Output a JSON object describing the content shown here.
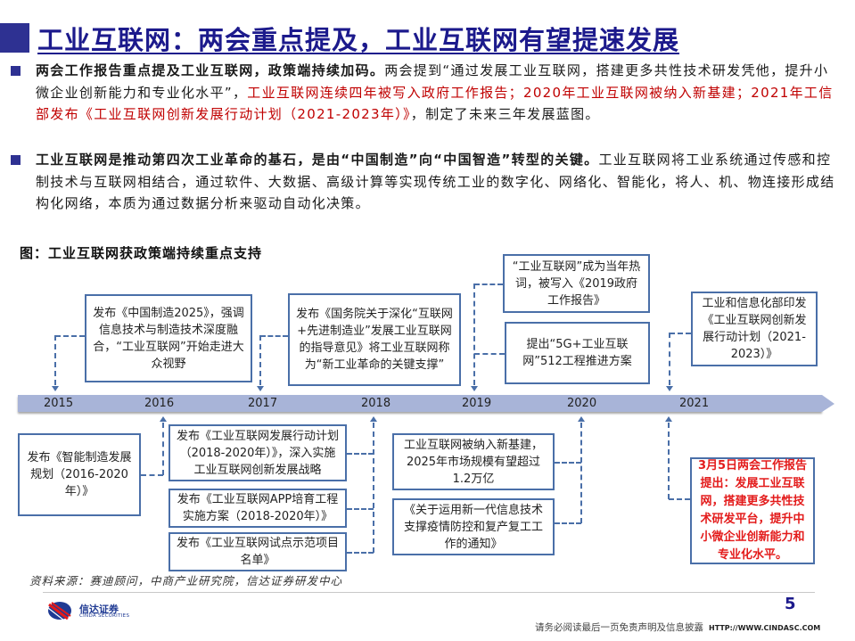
{
  "header": {
    "title": "工业互联网：两会重点提及，工业互联网有望提速发展"
  },
  "bullets": [
    {
      "segments": [
        {
          "text": "两会工作报告重点提及工业互联网，政策端持续加码。",
          "style": "bold"
        },
        {
          "text": "两会提到“通过发展工业互联网，搭建更多共性技术研发凭他，提升小微企业创新能力和专业化水平”，",
          "style": "normal"
        },
        {
          "text": "工业互联网连续四年被写入政府工作报告；2020年工业互联网被纳入新基建；2021年工信部发布《工业互联网创新发展行动计划（2021-2023年）》",
          "style": "red"
        },
        {
          "text": "，制定了未来三年发展蓝图。",
          "style": "normal"
        }
      ]
    },
    {
      "segments": [
        {
          "text": "工业互联网是推动第四次工业革命的基石，是由“中国制造”向“中国智造”转型的关键。",
          "style": "bold"
        },
        {
          "text": "工业互联网将工业系统通过传感和控制技术与互联网相结合，通过软件、大数据、高级计算等实现传统工业的数字化、网络化、智能化，将人、机、物连接形成结构化网络，本质为通过数据分析来驱动自动化决策。",
          "style": "normal"
        }
      ]
    }
  ],
  "figure": {
    "caption": "图：工业互联网获政策端持续重点支持",
    "timeline_years": [
      "2015",
      "2016",
      "2017",
      "2018",
      "2019",
      "2020",
      "2021"
    ],
    "events_above": [
      {
        "year": "2015",
        "text": "发布《中国制造2025》，强调信息技术与制造技术深度融合，“工业互联网”开始走进大众视野"
      },
      {
        "year": "2017",
        "text": "发布《国务院关于深化“互联网+先进制造业”发展工业互联网的指导意见》将工业互联网称为“新工业革命的关键支撑”"
      },
      {
        "year": "2019",
        "text": "“工业互联网”成为当年热词，被写入《2019政府工作报告》"
      },
      {
        "year": "2019",
        "text": "提出“5G+工业互联网”512工程推进方案"
      },
      {
        "year": "2021",
        "text": "工业和信息化部印发《工业互联网创新发展行动计划（2021-2023）》"
      }
    ],
    "events_below": [
      {
        "year": "2016",
        "text": "发布《智能制造发展规划（2016-2020年）》"
      },
      {
        "year": "2018",
        "text": "发布《工业互联网发展行动计划（2018-2020年）》，深入实施工业互联网创新发展战略"
      },
      {
        "year": "2018",
        "text": "发布《工业互联网APP培育工程实施方案（2018-2020年）》"
      },
      {
        "year": "2018",
        "text": "发布《工业互联网试点示范项目名单》"
      },
      {
        "year": "2020",
        "text": "工业互联网被纳入新基建，2025年市场规模有望超过1.2万亿"
      },
      {
        "year": "2020",
        "text": "《关于运用新一代信息技术支撑疫情防控和复产复工工作的通知》"
      },
      {
        "year": "2021",
        "text": "3月5日两会工作报告提出：发展工业互联网，搭建更多共性技术研发平台，提升中小微企业创新能力和专业化水平。",
        "highlight": true
      }
    ],
    "source": "资料来源：赛迪顾问，中商产业研究院，信达证券研发中心"
  },
  "footer": {
    "logo_cn": "信达证券",
    "logo_en": "CINDA SECURITIES",
    "page_number": "5",
    "disclaimer": "请务必阅读最后一页免责声明及信息披露",
    "url": "HTTP://WWW.CINDASC.COM"
  },
  "colors": {
    "title": "#1c1a8c",
    "accent": "#2e3192",
    "red": "#c00000",
    "timeline": "#a8b4d8",
    "box_border": "#4a6fa8"
  }
}
